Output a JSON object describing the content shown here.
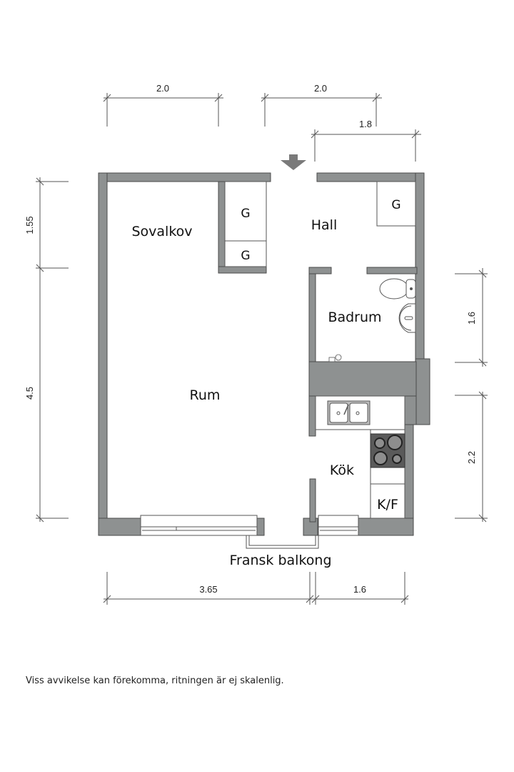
{
  "floorplan": {
    "rooms": [
      {
        "id": "sovalkov",
        "label": "Sovalkov"
      },
      {
        "id": "hall",
        "label": "Hall"
      },
      {
        "id": "badrum",
        "label": "Badrum"
      },
      {
        "id": "rum",
        "label": "Rum"
      },
      {
        "id": "kok",
        "label": "Kök"
      }
    ],
    "closets": [
      {
        "label": "G"
      },
      {
        "label": "G"
      },
      {
        "label": "G"
      }
    ],
    "appliances": {
      "fridge_freezer": "K/F"
    },
    "balcony_label": "Fransk balkong",
    "entrance_icon": "entrance-arrow-icon",
    "dimensions": {
      "top": [
        {
          "label": "2.0"
        },
        {
          "label": "2.0"
        },
        {
          "label": "1.8"
        }
      ],
      "left": [
        {
          "label": "1.55"
        },
        {
          "label": "4.5"
        }
      ],
      "right": [
        {
          "label": "1.6"
        },
        {
          "label": "2.2"
        }
      ],
      "bottom": [
        {
          "label": "3.65"
        },
        {
          "label": "1.6"
        }
      ]
    },
    "colors": {
      "wall": "#8e9191",
      "wall_stroke": "#4a4a4a",
      "stove": "#5a5a5a",
      "line": "#555555"
    }
  },
  "disclaimer": "Viss avvikelse kan förekomma, ritningen är ej skalenlig."
}
